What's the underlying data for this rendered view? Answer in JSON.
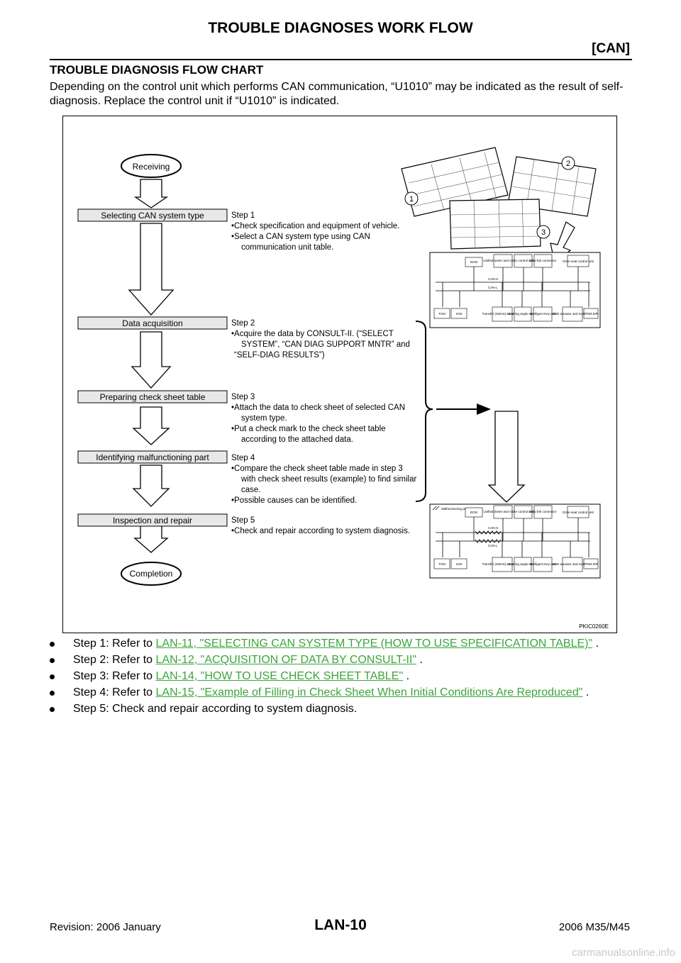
{
  "header": {
    "title": "TROUBLE DIAGNOSES WORK FLOW",
    "section": "[CAN]"
  },
  "content": {
    "heading": "TROUBLE DIAGNOSIS FLOW CHART",
    "intro": "Depending on the control unit which performs CAN communication, “U1010” may be indicated as the result of self-diagnosis. Replace the control unit if “U1010” is indicated."
  },
  "flowchart": {
    "start": "Receiving",
    "end": "Completion",
    "figure_id": "PKIC0260E",
    "boxes": [
      "Selecting CAN system type",
      "Data acquisition",
      "Preparing check sheet table",
      "Identifying malfunctioning part",
      "Inspection and repair"
    ],
    "steps": [
      {
        "title": "Step 1",
        "lines": [
          "•Check specification and equipment of vehicle.",
          "•Select a CAN system type using CAN",
          "communication unit table."
        ]
      },
      {
        "title": "Step 2",
        "lines": [
          "•Acquire the data by CONSULT-II. (“SELECT",
          "SYSTEM”, “CAN DIAG SUPPORT MNTR” and",
          "“SELF-DIAG RESULTS”)"
        ]
      },
      {
        "title": "Step 3",
        "lines": [
          "•Attach the data to check sheet of selected CAN",
          "system type.",
          "•Put a check mark to the check sheet table",
          "according to the attached data."
        ]
      },
      {
        "title": "Step 4",
        "lines": [
          "•Compare the check sheet table made in step 3",
          "with check sheet results (example) to find similar",
          "case.",
          "•Possible causes can be identified."
        ]
      },
      {
        "title": "Step 5",
        "lines": [
          "•Check and repair according to system diagnosis."
        ]
      }
    ],
    "sheet_markers": [
      "1",
      "2",
      "3"
    ],
    "diagram": {
      "top_row": [
        "ECM",
        "Unified meter and A/C amp.",
        "AV control unit",
        "Data link connector",
        "Drive seat control unit"
      ],
      "bus_labels": [
        "CAN-H",
        "CAN-L"
      ],
      "bottom_row": [
        "TCM",
        "ICM",
        "Transfer (4WAS) control unit",
        "Steering angle sensor",
        "Intelligent Key unit",
        "4WD actuator and motor unit",
        "IPDM E/R"
      ],
      "malfunction_legend": "Malfunctioning part"
    }
  },
  "references": [
    {
      "prefix": "Step 1: Refer to ",
      "link": "LAN-11, \"SELECTING CAN SYSTEM TYPE (HOW TO USE SPECIFICATION TABLE)\"",
      "suffix": " ."
    },
    {
      "prefix": "Step 2: Refer to ",
      "link": "LAN-12, \"ACQUISITION OF DATA BY CONSULT-II\"",
      "suffix": " ."
    },
    {
      "prefix": "Step 3: Refer to ",
      "link": "LAN-14, \"HOW TO USE CHECK SHEET TABLE\"",
      "suffix": " ."
    },
    {
      "prefix": "Step 4: Refer to ",
      "link": "LAN-15, \"Example of Filling in Check Sheet When Initial Conditions Are Reproduced\"",
      "suffix": " ."
    },
    {
      "prefix": "Step 5: Check and repair according to system diagnosis.",
      "link": "",
      "suffix": ""
    }
  ],
  "footer": {
    "revision": "Revision: 2006 January",
    "page": "LAN-10",
    "model": "2006 M35/M45"
  },
  "watermark": "carmanualsonline.info"
}
